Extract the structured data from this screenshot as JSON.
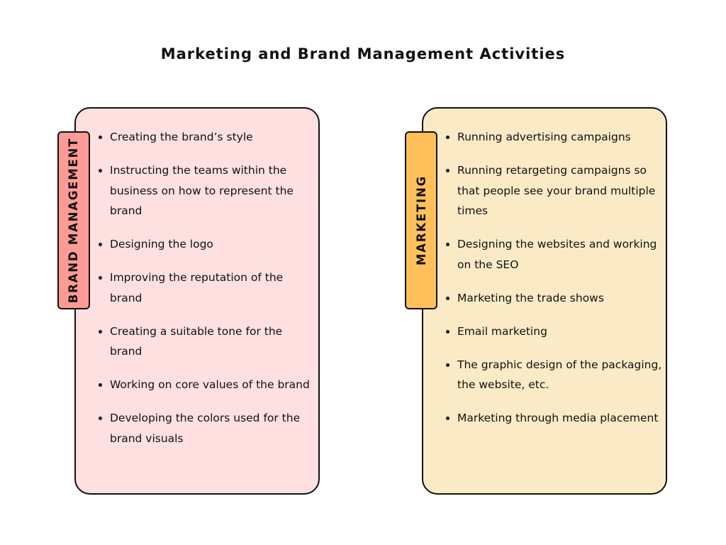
{
  "title": "Marketing and Brand Management Activities",
  "colors": {
    "brand_panel": "#fde0df",
    "brand_tab": "#fe9b95",
    "marketing_panel": "#faebc6",
    "marketing_tab": "#ffc05b"
  },
  "brand_management": {
    "label": "BRAND MANAGEMENT",
    "items": [
      "Creating the brand’s style",
      "Instructing the teams within the business on how to represent the brand",
      "Designing the logo",
      "Improving the reputation of the brand",
      "Creating a suitable tone for the brand",
      "Working on core values of the brand",
      "Developing the colors used for the brand visuals"
    ]
  },
  "marketing": {
    "label": "MARKETING",
    "items": [
      "Running advertising campaigns",
      "Running retargeting campaigns so that people see your brand multiple times",
      "Designing the websites and working on the SEO",
      "Marketing the trade shows",
      "Email marketing",
      "The graphic design of the packaging, the website, etc.",
      "Marketing through media placement"
    ]
  }
}
